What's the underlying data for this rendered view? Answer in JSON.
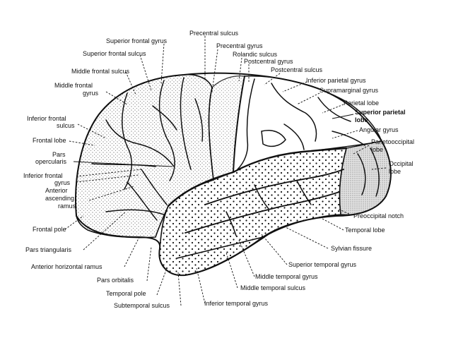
{
  "labels": {
    "precentral_sulcus": "Precentral sulcus",
    "superior_frontal_gyrus": "Superior frontal gyrus",
    "precentral_gyrus": "Precentral gyrus",
    "superior_frontal_sulcus": "Superior frontal sulcus",
    "rolandic_sulcus": "Rolandic sulcus",
    "postcentral_gyrus": "Postcentral gyrus",
    "middle_frontal_sulcus": "Middle frontal sulcus",
    "postcentral_sulcus": "Postcentral sulcus",
    "inferior_parietal_gyrus": "Inferior parietal gyrus",
    "middle_frontal_gyrus_1": "Middle frontal",
    "middle_frontal_gyrus_2": "gyrus",
    "supramarginal_gyrus": "Supramarginal gyrus",
    "parietal_lobe": "Parietal lobe",
    "superior_parietal_1": "Superior parietal",
    "superior_parietal_2": "lobe",
    "inferior_frontal_sulcus_1": "Inferior frontal",
    "inferior_frontal_sulcus_2": "sulcus",
    "angular_gyrus": "Angular gyrus",
    "frontal_lobe": "Frontal lobe",
    "parietooccipital_1": "Parietooccipital",
    "parietooccipital_2": "lobe",
    "pars_opercularis_1": "Pars",
    "pars_opercularis_2": "opercularis",
    "occipital_lobe_1": "Occipital",
    "occipital_lobe_2": "lobe",
    "inferior_frontal_gyrus_1": "Inferior frontal",
    "inferior_frontal_gyrus_2": "gyrus",
    "anterior_ascending_1": "Anterior",
    "anterior_ascending_2": "ascending",
    "anterior_ascending_3": "ramus",
    "preoccipital_notch": "Preoccipital notch",
    "temporal_lobe": "Temporal lobe",
    "frontal_pole": "Frontal pole",
    "sylvian_fissure": "Sylvian fissure",
    "pars_triangularis": "Pars triangularis",
    "superior_temporal_gyrus": "Superior temporal gyrus",
    "anterior_horizontal_ramus": "Anterior horizontal ramus",
    "middle_temporal_gyrus": "Middle temporal gyrus",
    "pars_orbitalis": "Pars orbitalis",
    "middle_temporal_sulcus": "Middle temporal sulcus",
    "temporal_pole": "Temporal pole",
    "subtemporal_sulcus": "Subtemporal sulcus",
    "inferior_temporal_gyrus": "Inferior temporal gyrus"
  },
  "colors": {
    "ink": "#111111",
    "background": "#ffffff",
    "occipital_shade": "#d8d8d8"
  }
}
